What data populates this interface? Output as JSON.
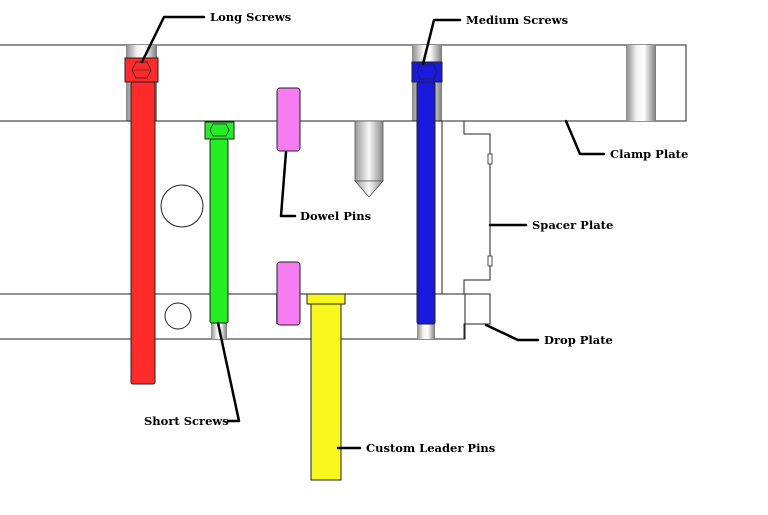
{
  "labels": {
    "long_screws": "Long Screws",
    "medium_screws": "Medium Screws",
    "clamp_plate": "Clamp Plate",
    "dowel_pins": "Dowel Pins",
    "spacer_plate": "Spacer Plate",
    "drop_plate": "Drop Plate",
    "short_screws": "Short Screws",
    "custom_leader_pins": "Custom Leader Pins"
  },
  "colors": {
    "long_screws": "#ff2a2a",
    "medium_screws": "#1a1adf",
    "short_screws": "#22ee22",
    "dowel_pins": "#f77cf2",
    "custom_leader_pins": "#f7f71e"
  }
}
